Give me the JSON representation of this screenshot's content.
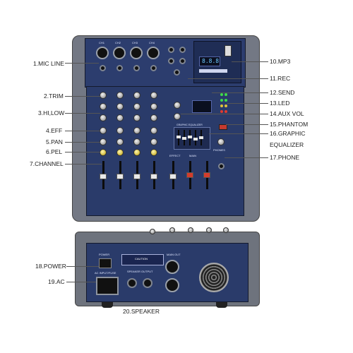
{
  "labels_left": {
    "mic_line": "1.MIC LINE",
    "trim": "2.TRIM",
    "hi_low": "3.HI,LOW",
    "eff": "4.EFF",
    "pan": "5.PAN",
    "pel": "6.PEL",
    "channel": "7.CHANNEL",
    "power": "18.POWER",
    "ac": "19.AC"
  },
  "labels_right": {
    "mp3": "10.MP3",
    "rec": "11.REC",
    "send": "12.SEND",
    "led": "13.LED",
    "aux_vol": "14.AUX VOL",
    "phantom": "15.PHANTOM",
    "graphic_eq_line1": "16.GRAPHIC",
    "graphic_eq_line2": "EQUALIZER",
    "phone": "17.PHONE"
  },
  "label_bottom": {
    "speaker": "20.SPEAKER"
  },
  "device": {
    "channel_names": [
      "CH1",
      "CH2",
      "CH3",
      "CH4"
    ],
    "eq_title": "GRAPHIC EQUALIZER",
    "effect_label": "EFFECT",
    "main_label": "MAIN",
    "phones_label": "PHONES",
    "caution_label": "CAUTION",
    "main_out_label": "MAIN OUT",
    "speaker_output_label": "SPEAKER OUTPUT",
    "power_label": "POWER",
    "ac_input_label": "AC INPUT/FUSE",
    "mp3_display": "8.8.8"
  },
  "colors": {
    "panel_blue": "#2a3b6a",
    "frame_gray": "#6e737d",
    "fader_red": "#d33c2c",
    "led_green": "#3ddc4a",
    "led_red": "#e23b2f"
  }
}
